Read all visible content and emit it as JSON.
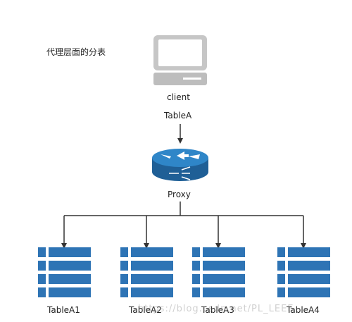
{
  "title": "代理层面的分表",
  "client_label": "client",
  "edge_label": "TableA",
  "proxy_label": "Proxy",
  "tables": [
    {
      "label": "TableA1"
    },
    {
      "label": "TableA2"
    },
    {
      "label": "TableA3"
    },
    {
      "label": "TableA4"
    }
  ],
  "watermark": "https://blog.csdn.net/PL_LEEE",
  "colors": {
    "router": "#2a78b8",
    "table": "#2e74b5",
    "line": "#333333",
    "monitor": "#c8c8c8"
  },
  "icons": {
    "client": "computer-icon",
    "proxy": "router-icon",
    "table": "table-icon"
  }
}
